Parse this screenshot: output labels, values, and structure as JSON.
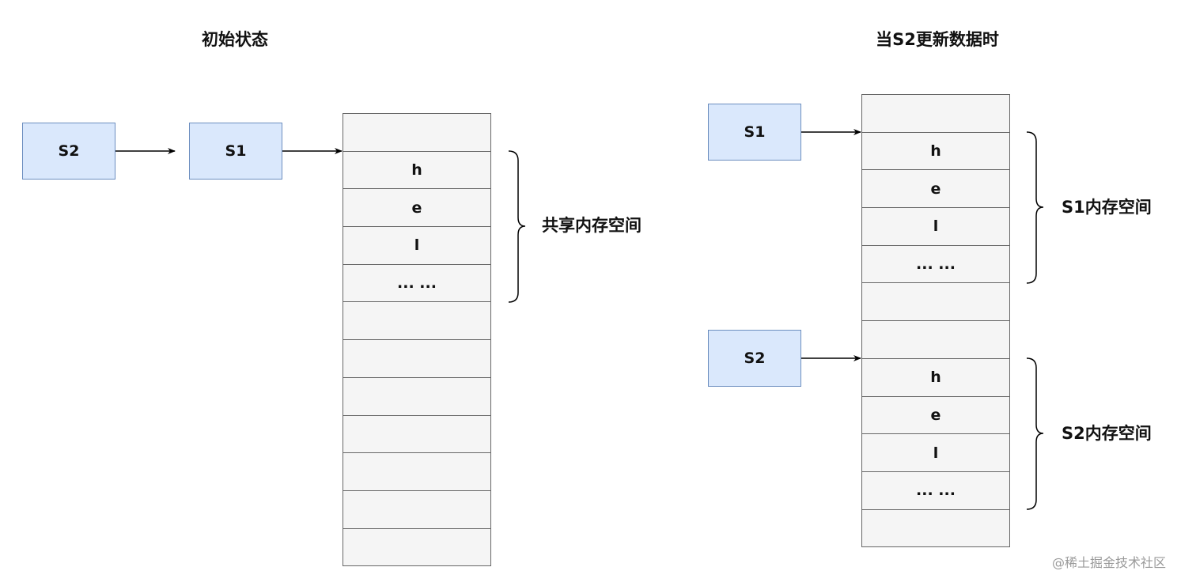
{
  "left_panel": {
    "title": "初始状态",
    "pointers": {
      "s2": "S2",
      "s1": "S1"
    },
    "cells": [
      "",
      "h",
      "e",
      "l",
      "... ...",
      "",
      "",
      "",
      "",
      "",
      "",
      ""
    ],
    "brace_label": "共享内存空间"
  },
  "right_panel": {
    "title": "当S2更新数据时",
    "pointers": {
      "s1": "S1",
      "s2": "S2"
    },
    "cells": [
      "",
      "h",
      "e",
      "l",
      "... ...",
      "",
      "",
      "h",
      "e",
      "l",
      "... ...",
      ""
    ],
    "brace_labels": {
      "s1": "S1内存空间",
      "s2": "S2内存空间"
    }
  },
  "watermark": "@稀土掘金技术社区",
  "colors": {
    "pointer_fill": "#dae8fc",
    "pointer_border": "#6c8ebf",
    "memory_fill": "#f5f5f5",
    "memory_border": "#666666"
  }
}
